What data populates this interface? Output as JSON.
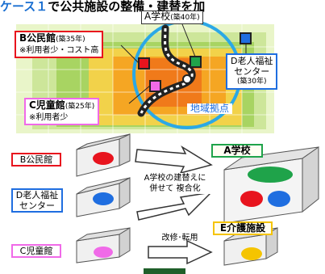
{
  "header": {
    "highlight": "ケース１",
    "rest": "で公共施設の整備・建替を加"
  },
  "map": {
    "school_a": "A学校",
    "school_a_age": "(築40年)",
    "b_hall": "B公民館",
    "b_hall_age": "(築35年)",
    "b_hall_note": "※利用者少・コスト高",
    "c_center": "C児童館",
    "c_center_age": "(築25年)",
    "c_center_note": "※利用者少",
    "d_center_1": "D老人福祉",
    "d_center_2": "センター",
    "d_center_age": "(築30年)",
    "hub_label": "地域拠点"
  },
  "flow": {
    "b_hall": "B公民館",
    "d_center_1": "D老人福祉",
    "d_center_2": "センター",
    "c_center": "C児童館",
    "merge_text_1": "A学校の建替えに",
    "merge_text_2": "併せて 複合化",
    "renovate_text": "改修･転用",
    "school_a": "A学校",
    "e_facility": "E介護施設"
  },
  "colors": {
    "red": "#e8141e",
    "green": "#1fa34a",
    "blue": "#1f6ee0",
    "magenta": "#f06ae8",
    "yellow": "#f5c400",
    "hub_ring": "#2ba8e6"
  }
}
